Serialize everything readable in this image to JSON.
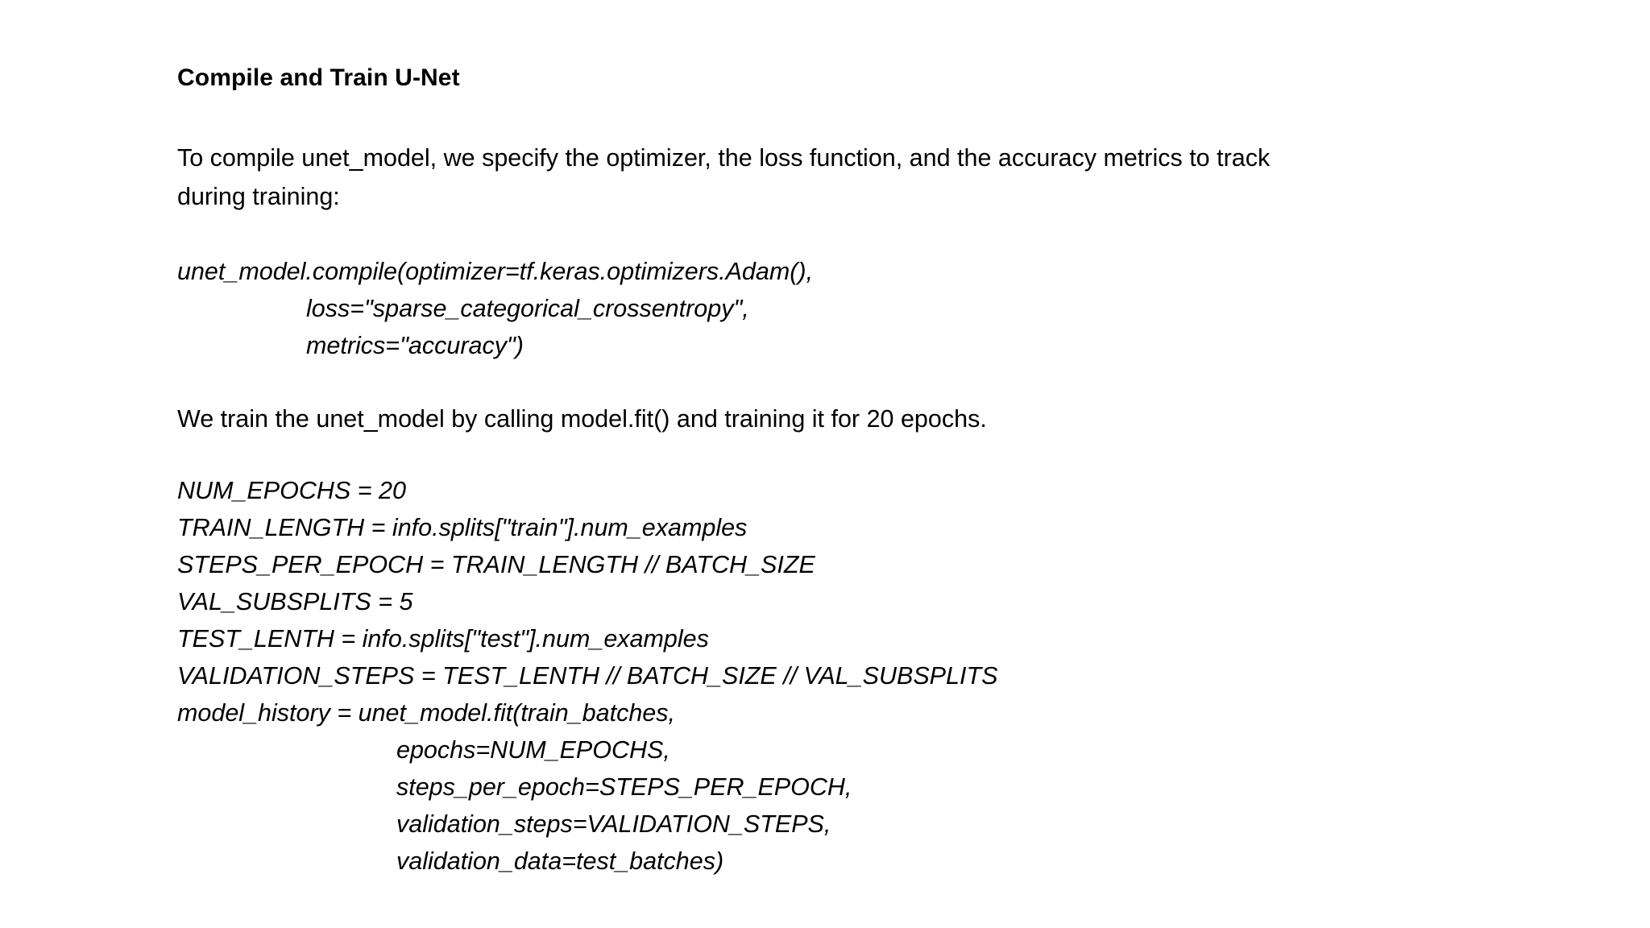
{
  "slide": {
    "heading": "Compile and Train U-Net",
    "paragraph_1": {
      "line_1": "To compile unet_model, we specify the optimizer, the loss function, and the accuracy metrics to track",
      "line_2": "during training:"
    },
    "code_block_1": {
      "lines": [
        "unet_model.compile(optimizer=tf.keras.optimizers.Adam(),",
        "loss=\"sparse_categorical_crossentropy\",",
        "metrics=\"accuracy\")"
      ]
    },
    "paragraph_2": {
      "line_1": "We train the unet_model by calling model.fit() and training it for 20 epochs."
    },
    "code_block_2": {
      "lines": [
        "NUM_EPOCHS = 20",
        "TRAIN_LENGTH = info.splits[\"train\"].num_examples",
        "STEPS_PER_EPOCH = TRAIN_LENGTH // BATCH_SIZE",
        "VAL_SUBSPLITS = 5",
        "TEST_LENTH = info.splits[\"test\"].num_examples",
        "VALIDATION_STEPS = TEST_LENTH // BATCH_SIZE // VAL_SUBSPLITS",
        "model_history = unet_model.fit(train_batches,",
        "epochs=NUM_EPOCHS,",
        "steps_per_epoch=STEPS_PER_EPOCH,",
        "validation_steps=VALIDATION_STEPS,",
        "validation_data=test_batches)"
      ]
    },
    "colors": {
      "background": "#ffffff",
      "text": "#000000"
    }
  }
}
